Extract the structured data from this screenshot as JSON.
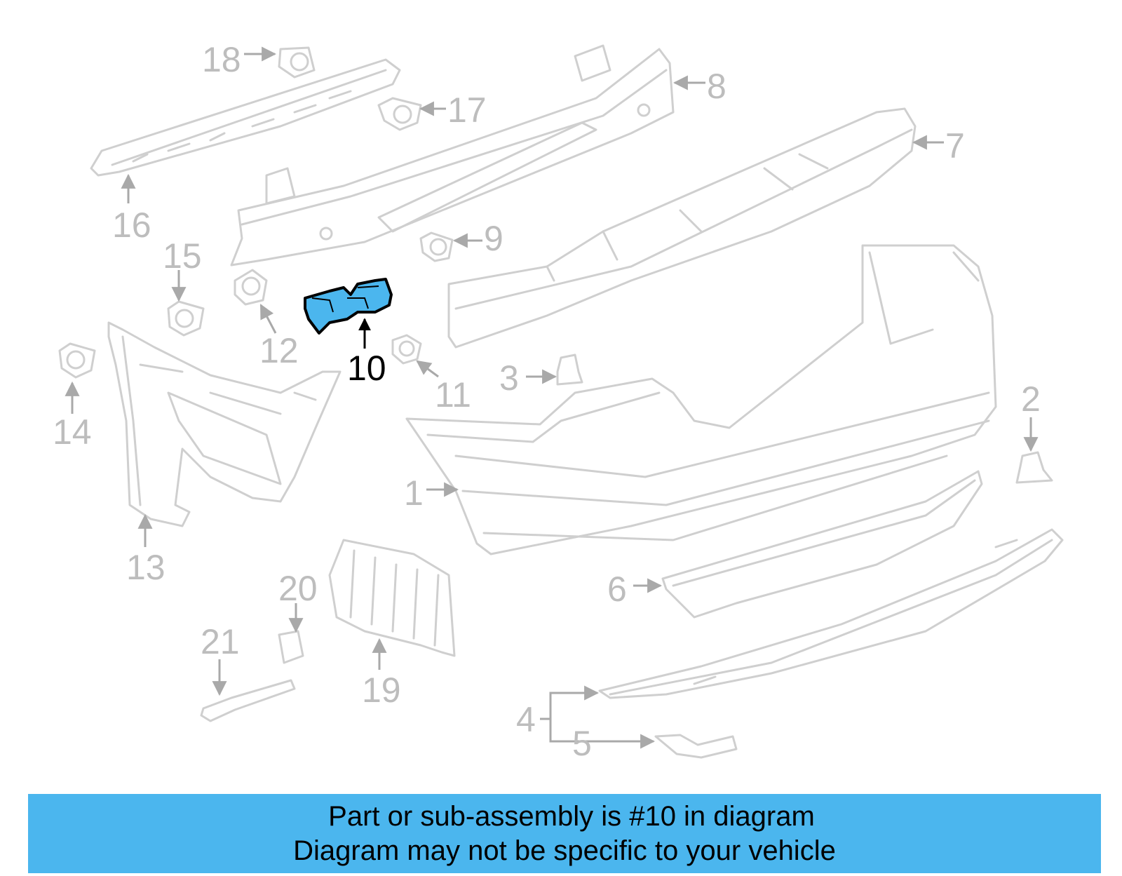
{
  "colors": {
    "highlight": "#4bb6ee",
    "banner": "#4bb6ee",
    "muted_label": "#bdbdbd",
    "active_label": "#000000"
  },
  "labels": {
    "p1": "1",
    "p2": "2",
    "p3": "3",
    "p4": "4",
    "p5": "5",
    "p6": "6",
    "p7": "7",
    "p8": "8",
    "p9": "9",
    "p10": "10",
    "p11": "11",
    "p12": "12",
    "p13": "13",
    "p14": "14",
    "p15": "15",
    "p16": "16",
    "p17": "17",
    "p18": "18",
    "p19": "19",
    "p20": "20",
    "p21": "21"
  },
  "highlighted_part": "10",
  "banner": {
    "line1": "Part or sub-assembly is #10 in diagram",
    "line2": "Diagram may not be specific to your vehicle"
  }
}
